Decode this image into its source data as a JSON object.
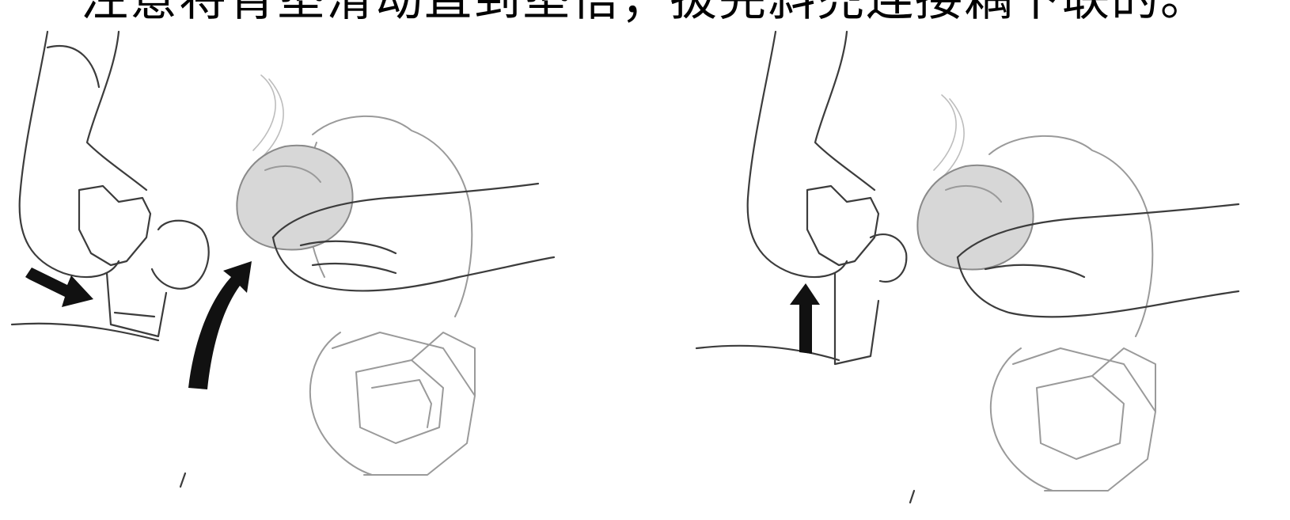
{
  "caption": "注意将背垫滑动直到垫悟；拔完斜兜连接耦下联的。",
  "panels": [
    {
      "id": "step-1",
      "arrows": [
        "push-right-arrow",
        "curved-up-arrow"
      ]
    },
    {
      "id": "step-2",
      "arrows": [
        "push-up-arrow"
      ]
    }
  ],
  "colors": {
    "ink": "#3c3c3c",
    "grey": "#9a9a9a",
    "mask": "#d7d7d7",
    "arrow": "#111111"
  }
}
